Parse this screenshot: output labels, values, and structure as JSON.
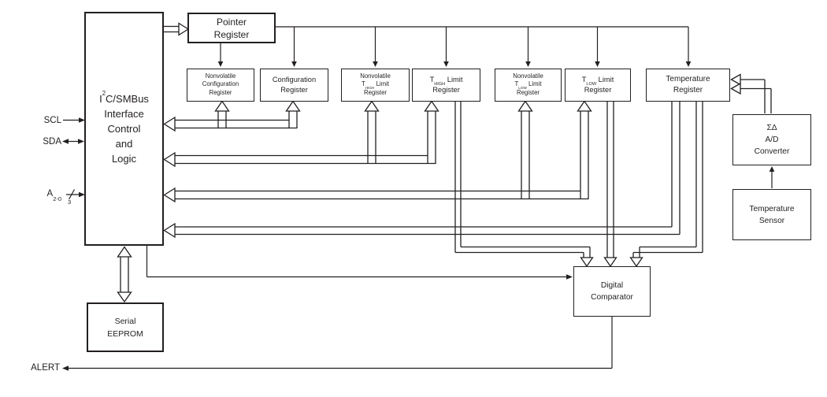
{
  "pins": {
    "scl": "SCL",
    "sda": "SDA",
    "addr_letter": "A",
    "addr_subscript": "2-0",
    "addr_bus_width": "3",
    "alert": "ALERT"
  },
  "blocks": {
    "interface": {
      "line1_pre": "I",
      "line1_sup": "2",
      "line1_post": "C/SMBus",
      "line2": "Interface",
      "line3": "Control",
      "line4": "and",
      "line5": "Logic"
    },
    "pointer": {
      "line1": "Pointer",
      "line2": "Register"
    },
    "nv_config": {
      "line1": "Nonvolatile",
      "line2": "Configuration",
      "line3": "Register"
    },
    "config": {
      "line1": "Configuration",
      "line2": "Register"
    },
    "nv_thigh": {
      "line1": "Nonvolatile",
      "line2_pre": "T",
      "line2_sub": "HIGH",
      "line2_post": " Limit",
      "line3": "Register"
    },
    "thigh": {
      "line1_pre": "T",
      "line1_sub": "HIGH",
      "line1_post": " Limit",
      "line2": "Register"
    },
    "nv_tlow": {
      "line1": "Nonvolatile",
      "line2_pre": "T",
      "line2_sub": "LOW",
      "line2_post": " Limit",
      "line3": "Register"
    },
    "tlow": {
      "line1_pre": "T",
      "line1_sub": "LOW",
      "line1_post": " Limit",
      "line2": "Register"
    },
    "temp_register": {
      "line1": "Temperature",
      "line2": "Register"
    },
    "adc": {
      "line1": "ΣΔ",
      "line2": "A/D",
      "line3": "Converter"
    },
    "temp_sensor": {
      "line1": "Temperature",
      "line2": "Sensor"
    },
    "eeprom": {
      "line1": "Serial",
      "line2": "EEPROM"
    },
    "comparator": {
      "line1": "Digital",
      "line2": "Comparator"
    }
  },
  "colors": {
    "line": "#231f20",
    "background": "#ffffff",
    "box_fill": "#ffffff",
    "text": "#231f20"
  }
}
